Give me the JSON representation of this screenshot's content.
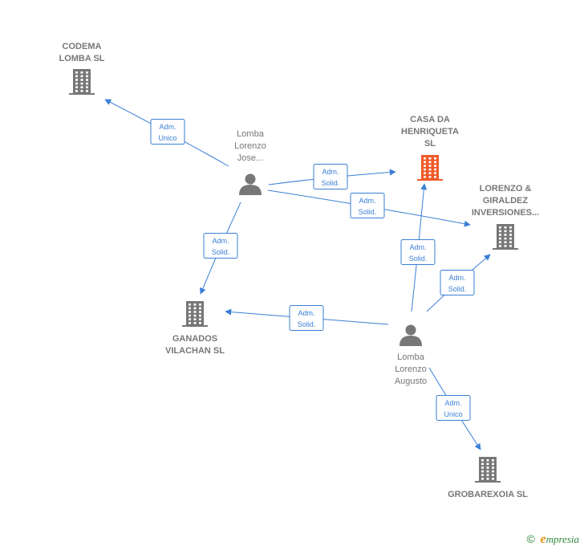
{
  "colors": {
    "edge": "#3a7fd5",
    "company": "#777777",
    "focus_company": "#f05a28",
    "person": "#777777"
  },
  "nodes": [
    {
      "id": "codema",
      "kind": "company",
      "icon": "building-icon",
      "lines": [
        "CODEMA",
        "LOMBA  SL"
      ]
    },
    {
      "id": "casa",
      "kind": "company",
      "focus": true,
      "icon": "building-icon",
      "lines": [
        "CASA DA",
        "HENRIQUETA",
        "SL"
      ]
    },
    {
      "id": "lorenzo_giraldez",
      "kind": "company",
      "icon": "building-icon",
      "lines": [
        "LORENZO &",
        "GIRALDEZ",
        "INVERSIONES..."
      ]
    },
    {
      "id": "ganados",
      "kind": "company",
      "icon": "building-icon",
      "lines": [
        "GANADOS",
        "VILACHAN  SL"
      ]
    },
    {
      "id": "grobarexoia",
      "kind": "company",
      "icon": "building-icon",
      "lines": [
        "GROBAREXOIA SL"
      ]
    },
    {
      "id": "jose",
      "kind": "person",
      "icon": "person-icon",
      "lines": [
        "Lomba",
        "Lorenzo",
        "Jose..."
      ]
    },
    {
      "id": "augusto",
      "kind": "person",
      "icon": "person-icon",
      "lines": [
        "Lomba",
        "Lorenzo",
        "Augusto"
      ]
    }
  ],
  "edges": [
    {
      "from": "jose",
      "to": "codema",
      "label": [
        "Adm.",
        "Unico"
      ]
    },
    {
      "from": "jose",
      "to": "casa",
      "label": [
        "Adm.",
        "Solid."
      ]
    },
    {
      "from": "jose",
      "to": "lorenzo_giraldez",
      "label": [
        "Adm.",
        "Solid."
      ]
    },
    {
      "from": "jose",
      "to": "ganados",
      "label": [
        "Adm.",
        "Solid."
      ]
    },
    {
      "from": "augusto",
      "to": "casa",
      "label": [
        "Adm.",
        "Solid."
      ]
    },
    {
      "from": "augusto",
      "to": "lorenzo_giraldez",
      "label": [
        "Adm.",
        "Solid."
      ]
    },
    {
      "from": "augusto",
      "to": "ganados",
      "label": [
        "Adm.",
        "Solid."
      ]
    },
    {
      "from": "augusto",
      "to": "grobarexoia",
      "label": [
        "Adm.",
        "Unico"
      ]
    }
  ],
  "footer": {
    "copyright_symbol": "©",
    "brand_initial": "e",
    "brand_rest": "mpresia"
  }
}
